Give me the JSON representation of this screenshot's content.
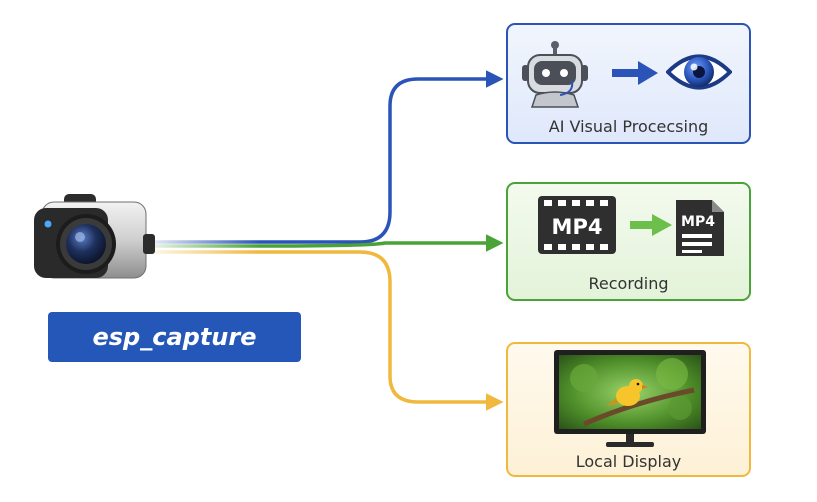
{
  "source": {
    "label": "esp_capture",
    "icon": "camera-icon"
  },
  "outputs": [
    {
      "label": "AI Visual Procecsing",
      "icons": [
        "robot-icon",
        "arrow-right-icon",
        "eye-icon"
      ],
      "accent": "#2a54b8"
    },
    {
      "label": "Recording",
      "icons": [
        "mp4-film-icon",
        "arrow-right-icon",
        "mp4-file-icon"
      ],
      "icon_texts": [
        "MP4",
        "MP4"
      ],
      "accent": "#49a337"
    },
    {
      "label": "Local Display",
      "icons": [
        "monitor-bird-icon"
      ],
      "accent": "#f0b83d"
    }
  ],
  "colors": {
    "blue": "#2a54b8",
    "green": "#49a337",
    "yellow": "#f0b83d"
  }
}
